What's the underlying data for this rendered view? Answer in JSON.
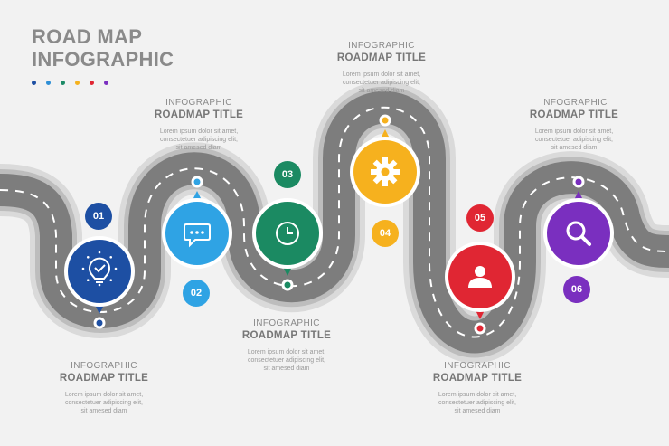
{
  "title": {
    "line1": "ROAD MAP",
    "line2": "INFOGRAPHIC"
  },
  "palette": [
    "#1d4fa3",
    "#2e8fd6",
    "#1c8a66",
    "#f5b21e",
    "#e02633",
    "#7b2fc0"
  ],
  "steps": [
    {
      "number": "01",
      "color": "#1d4fa3",
      "icon": "lightbulb-check-icon",
      "heading": "INFOGRAPHIC",
      "title": "ROADMAP TITLE",
      "body": [
        "Lorem ipsum dolor sit amet,",
        "consectetuer adipiscing elit,",
        "sit amesed diam"
      ]
    },
    {
      "number": "02",
      "color": "#2fa3e4",
      "icon": "chat-bubble-icon",
      "heading": "INFOGRAPHIC",
      "title": "ROADMAP TITLE",
      "body": [
        "Lorem ipsum dolor sit amet,",
        "consectetuer adipiscing elit,",
        "sit amesed diam"
      ]
    },
    {
      "number": "03",
      "color": "#1b8a62",
      "icon": "clock-icon",
      "heading": "INFOGRAPHIC",
      "title": "ROADMAP TITLE",
      "body": [
        "Lorem ipsum dolor sit amet,",
        "consectetuer adipiscing elit,",
        "sit amesed diam"
      ]
    },
    {
      "number": "04",
      "color": "#f6b11e",
      "icon": "gear-icon",
      "heading": "INFOGRAPHIC",
      "title": "ROADMAP TITLE",
      "body": [
        "Lorem ipsum dolor sit amet,",
        "consectetuer adipiscing elit,",
        "sit amesed diam"
      ]
    },
    {
      "number": "05",
      "color": "#e02633",
      "icon": "user-icon",
      "heading": "INFOGRAPHIC",
      "title": "ROADMAP TITLE",
      "body": [
        "Lorem ipsum dolor sit amet,",
        "consectetuer adipiscing elit,",
        "sit amesed diam"
      ]
    },
    {
      "number": "06",
      "color": "#7a2fbf",
      "icon": "magnifier-icon",
      "heading": "INFOGRAPHIC",
      "title": "ROADMAP TITLE",
      "body": [
        "Lorem ipsum dolor sit amet,",
        "consectetuer adipiscing elit,",
        "sit amesed diam"
      ]
    }
  ]
}
